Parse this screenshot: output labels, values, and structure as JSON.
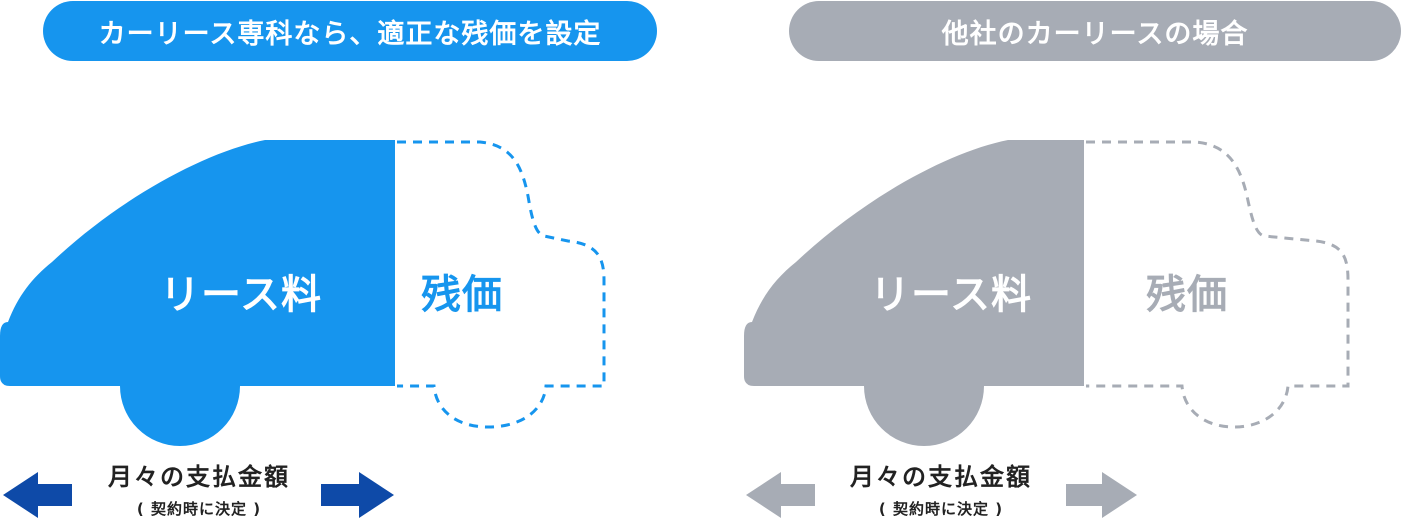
{
  "colors": {
    "recommended": "#1695ee",
    "other": "#a7acb5",
    "arrow_recommended": "#0e4aa8",
    "arrow_other": "#a7acb5",
    "text_dark": "#222222"
  },
  "panels": [
    {
      "id": "recommended",
      "header": "カーリース専科なら、適正な残価を設定",
      "lease_label": "リース料",
      "residual_label": "残価",
      "payment_title": "月々の支払金額",
      "payment_note": "( 契約時に決定 )"
    },
    {
      "id": "other",
      "header": "他社のカーリースの場合",
      "lease_label": "リース料",
      "residual_label": "残価",
      "payment_title": "月々の支払金額",
      "payment_note": "( 契約時に決定 )"
    }
  ],
  "icons": {
    "car": "car-silhouette-icon",
    "arrow_left": "arrow-left-icon",
    "arrow_right": "arrow-right-icon"
  }
}
